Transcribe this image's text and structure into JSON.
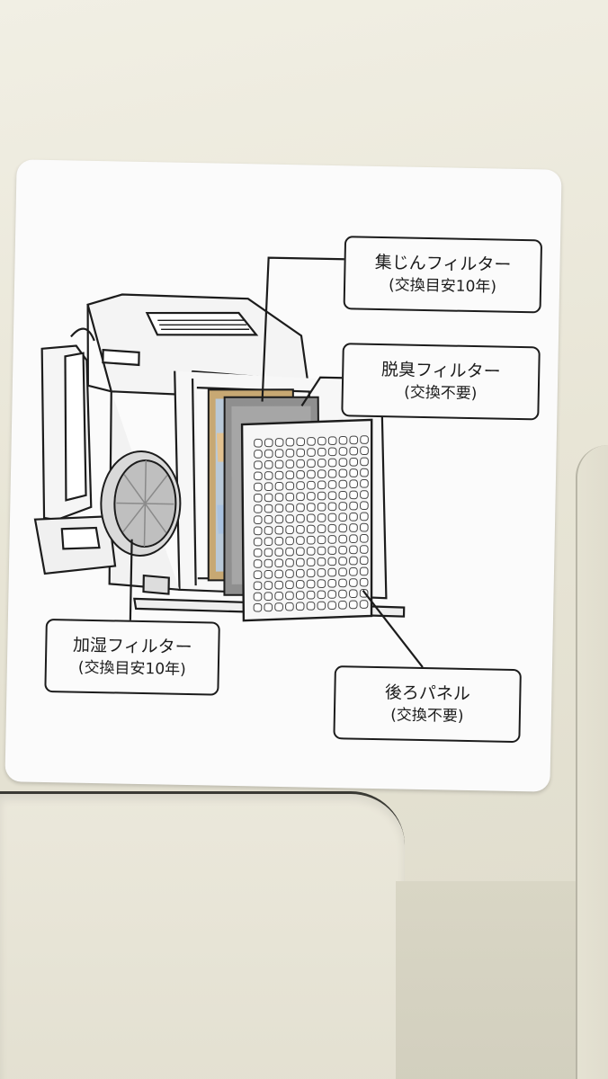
{
  "labels": {
    "dust_filter": {
      "name": "集じんフィルター",
      "note": "(交換目安10年)"
    },
    "deodorizing_filter": {
      "name": "脱臭フィルター",
      "note": "(交換不要)"
    },
    "humidifying_filter": {
      "name": "加湿フィルター",
      "note": "(交換目安10年)"
    },
    "back_panel": {
      "name": "後ろパネル",
      "note": "(交換不要)"
    }
  }
}
